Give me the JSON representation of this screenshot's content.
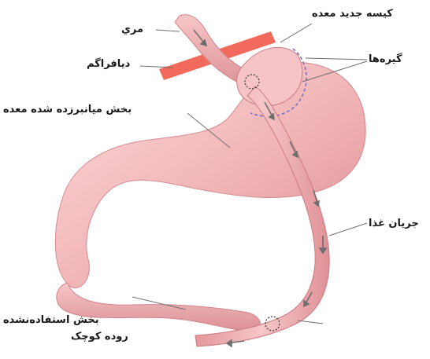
{
  "labels": {
    "esophagus": "مري",
    "new_pouch": "کیسه جدید معده",
    "diaphragm": "دیافراگم",
    "staples": "گیره‌ها",
    "bypassed_stomach": "بخش میانبرزده شده معده",
    "food_flow": "جریان غذا",
    "unused_intestine_line1": "بخش استفاده‌نشده",
    "unused_intestine_line2": "روده کوچک"
  },
  "colors": {
    "tissue": "#f1b4b6",
    "tissue_dark": "#d98a8f",
    "tissue_light": "#fbd9da",
    "diaphragm": "#ef5a4a",
    "leader": "#6f6f6f",
    "staples": "#7a72b8",
    "arrows": "#7a7a7a"
  }
}
